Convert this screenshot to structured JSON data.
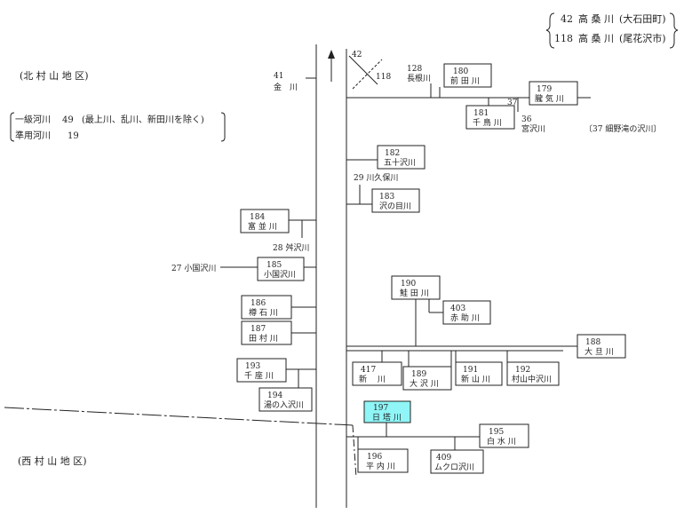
{
  "header_box": {
    "row1": {
      "num": "42",
      "name": "高 桑 川",
      "note": "(大石田町)"
    },
    "row2": {
      "num": "118",
      "name": "高 桑 川",
      "note": "(尾花沢市)"
    }
  },
  "regions": {
    "north": "(北 村 山 地 区)",
    "west": "(西 村 山 地 区)"
  },
  "legend": {
    "class1_label": "一級河川",
    "class1_count": "49",
    "class1_note": "(最上川、乱川、新田川を除く)",
    "quasi_label": "準用河川",
    "quasi_count": "19"
  },
  "side_note": "〔37 細野滝の沢川〕",
  "boxes": {
    "b180": {
      "num": "180",
      "name": "前 田 川"
    },
    "b179": {
      "num": "179",
      "name": "朧 気 川"
    },
    "b181": {
      "num": "181",
      "name": "千 鳥 川"
    },
    "b182": {
      "num": "182",
      "name": "五十沢川"
    },
    "b183": {
      "num": "183",
      "name": "沢の目川"
    },
    "b184": {
      "num": "184",
      "name": "富 並 川"
    },
    "b185": {
      "num": "185",
      "name": "小国沢川"
    },
    "b186": {
      "num": "186",
      "name": "樽 石 川"
    },
    "b187": {
      "num": "187",
      "name": "田 村 川"
    },
    "b193": {
      "num": "193",
      "name": "千 座 川"
    },
    "b194": {
      "num": "194",
      "name": "湯の入沢川"
    },
    "b190": {
      "num": "190",
      "name": "鮭 田 川"
    },
    "b403": {
      "num": "403",
      "name": "赤 助 川"
    },
    "b188": {
      "num": "188",
      "name": "大 旦 川"
    },
    "b417": {
      "num": "417",
      "name": "新　 川"
    },
    "b189": {
      "num": "189",
      "name": "大 沢 川"
    },
    "b191": {
      "num": "191",
      "name": "新 山 川"
    },
    "b192": {
      "num": "192",
      "name": "村山中沢川"
    },
    "b197": {
      "num": "197",
      "name": "日 塔 川"
    },
    "b195": {
      "num": "195",
      "name": "白 水 川"
    },
    "b196": {
      "num": "196",
      "name": "平 内 川"
    },
    "b409": {
      "num": "409",
      "name": "ムクロ沢川"
    }
  },
  "labels": {
    "l41_num": "41",
    "l41_name": "金　川",
    "l42": "42",
    "l118": "118",
    "l128_num": "128",
    "l128_name": "長根川",
    "l37": "37",
    "l36_num": "36",
    "l36_name": "宮沢川",
    "l29": "29 川久保川",
    "l28": "28 舛沢川",
    "l27": "27 小国沢川"
  },
  "colors": {
    "highlight": "#8ff5f7",
    "line": "#222222"
  }
}
